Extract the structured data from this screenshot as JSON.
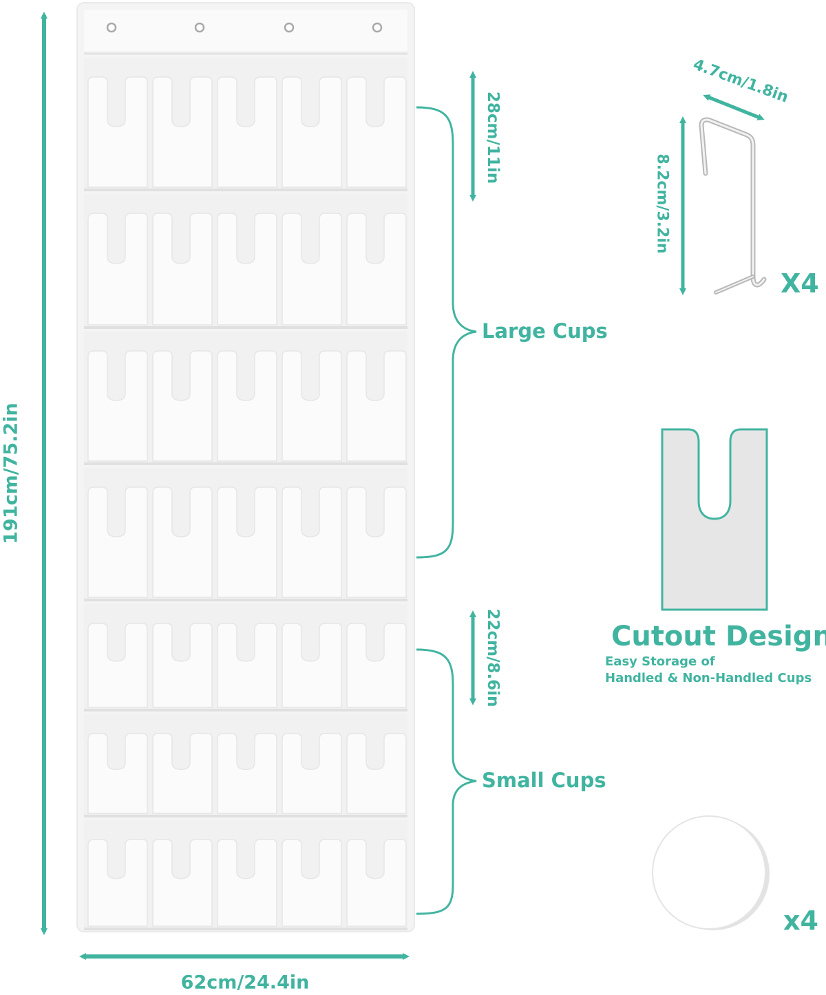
{
  "colors": {
    "accent": "#41b4a0",
    "organizer_fill": "#f4f4f4",
    "cutout_fill": "#e6e6e6"
  },
  "dimensions": {
    "height_total": "191cm/75.2in",
    "width_total": "62cm/24.4in",
    "large_cup_height": "28cm/11in",
    "small_cup_height": "22cm/8.6in",
    "hook_width": "4.7cm/1.8in",
    "hook_height": "8.2cm/3.2in"
  },
  "sections": {
    "large_cups_label": "Large Cups",
    "small_cups_label": "Small Cups"
  },
  "hook": {
    "quantity": "X4",
    "icon": "over-door-hook-icon"
  },
  "pad": {
    "quantity": "x4",
    "icon": "adhesive-pad-icon"
  },
  "cutout": {
    "title": "Cutout Design",
    "subtitle_line1": "Easy Storage of",
    "subtitle_line2": "Handled & Non-Handled Cups",
    "icon": "cutout-pocket-icon"
  },
  "organizer": {
    "rows": 7,
    "pockets_per_row": 5,
    "grommets": 4
  }
}
